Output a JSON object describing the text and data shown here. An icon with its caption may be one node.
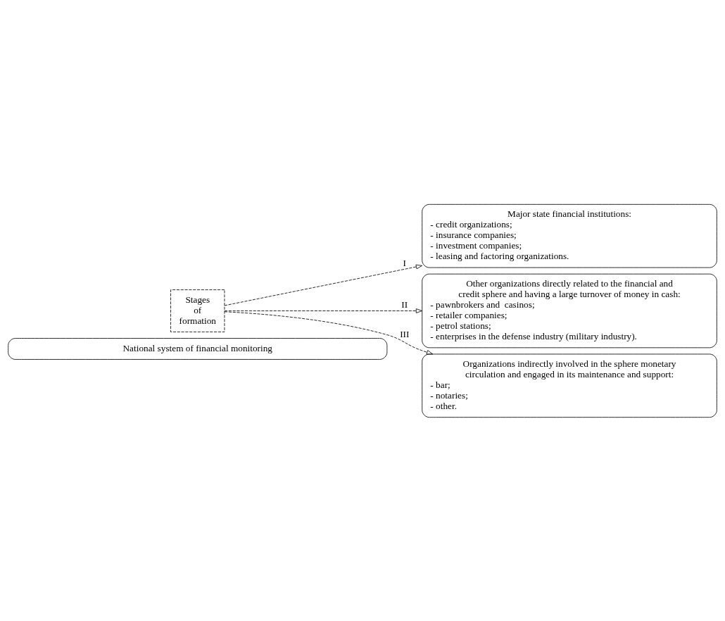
{
  "diagram": {
    "nodes": [
      {
        "text": [
          "National system of financial monitoring"
        ]
      },
      {
        "text": [
          "Stages of formation"
        ]
      },
      {
        "text": [
          "Major state financial institutions:",
          "- credit organizations;",
          "- insurance companies;",
          "- investment companies;",
          "- leasing and factoring organizations."
        ]
      },
      {
        "text": [
          "Other organizations directly related to the financial and credit sphere and having a large turnover of money in cash:",
          "- pawnbrokers and  casinos;",
          "- retailer companies;",
          "- petrol stations;",
          "- enterprises in the defense industry (military industry)."
        ]
      },
      {
        "text": [
          "Organizations indirectly involved in the sphere monetary circulation and engaged in its maintenance and support:",
          "- bar;",
          "- notaries;",
          "- other."
        ]
      }
    ],
    "edges": [
      {
        "from": 1,
        "to": 2,
        "arrow": "to",
        "label": "I",
        "style": "dashed"
      },
      {
        "from": 1,
        "to": 3,
        "arrow": "to",
        "label": "II",
        "style": "dashed"
      },
      {
        "from": 1,
        "to": 4,
        "arrow": "to",
        "label": "III",
        "style": "dashed"
      }
    ]
  }
}
